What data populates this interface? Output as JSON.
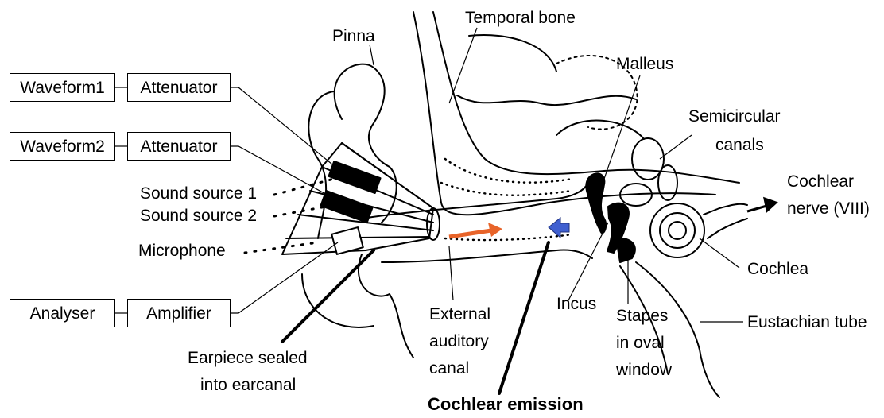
{
  "boxes": {
    "waveform1": "Waveform1",
    "attenuator1": "Attenuator",
    "waveform2": "Waveform2",
    "attenuator2": "Attenuator",
    "analyser": "Analyser",
    "amplifier": "Amplifier"
  },
  "labels": {
    "temporal_bone": "Temporal bone",
    "pinna": "Pinna",
    "malleus": "Malleus",
    "semicircular_1": "Semicircular",
    "semicircular_2": "canals",
    "cochlear_nerve_1": "Cochlear",
    "cochlear_nerve_2": "nerve (VIII)",
    "sound_source_1": "Sound source 1",
    "sound_source_2": "Sound source 2",
    "microphone": "Microphone",
    "cochlea": "Cochlea",
    "incus": "Incus",
    "stapes_1": "Stapes",
    "stapes_2": "in oval",
    "stapes_3": "window",
    "eustachian": "Eustachian tube",
    "external_1": "External",
    "external_2": "auditory",
    "external_3": "canal",
    "earpiece_1": "Earpiece sealed",
    "earpiece_2": "into earcanal",
    "cochlear_emission": "Cochlear emission"
  },
  "colors": {
    "stimulus_arrow": "#e8642a",
    "emission_arrow": "#3f5fd0",
    "ink": "#000000"
  }
}
